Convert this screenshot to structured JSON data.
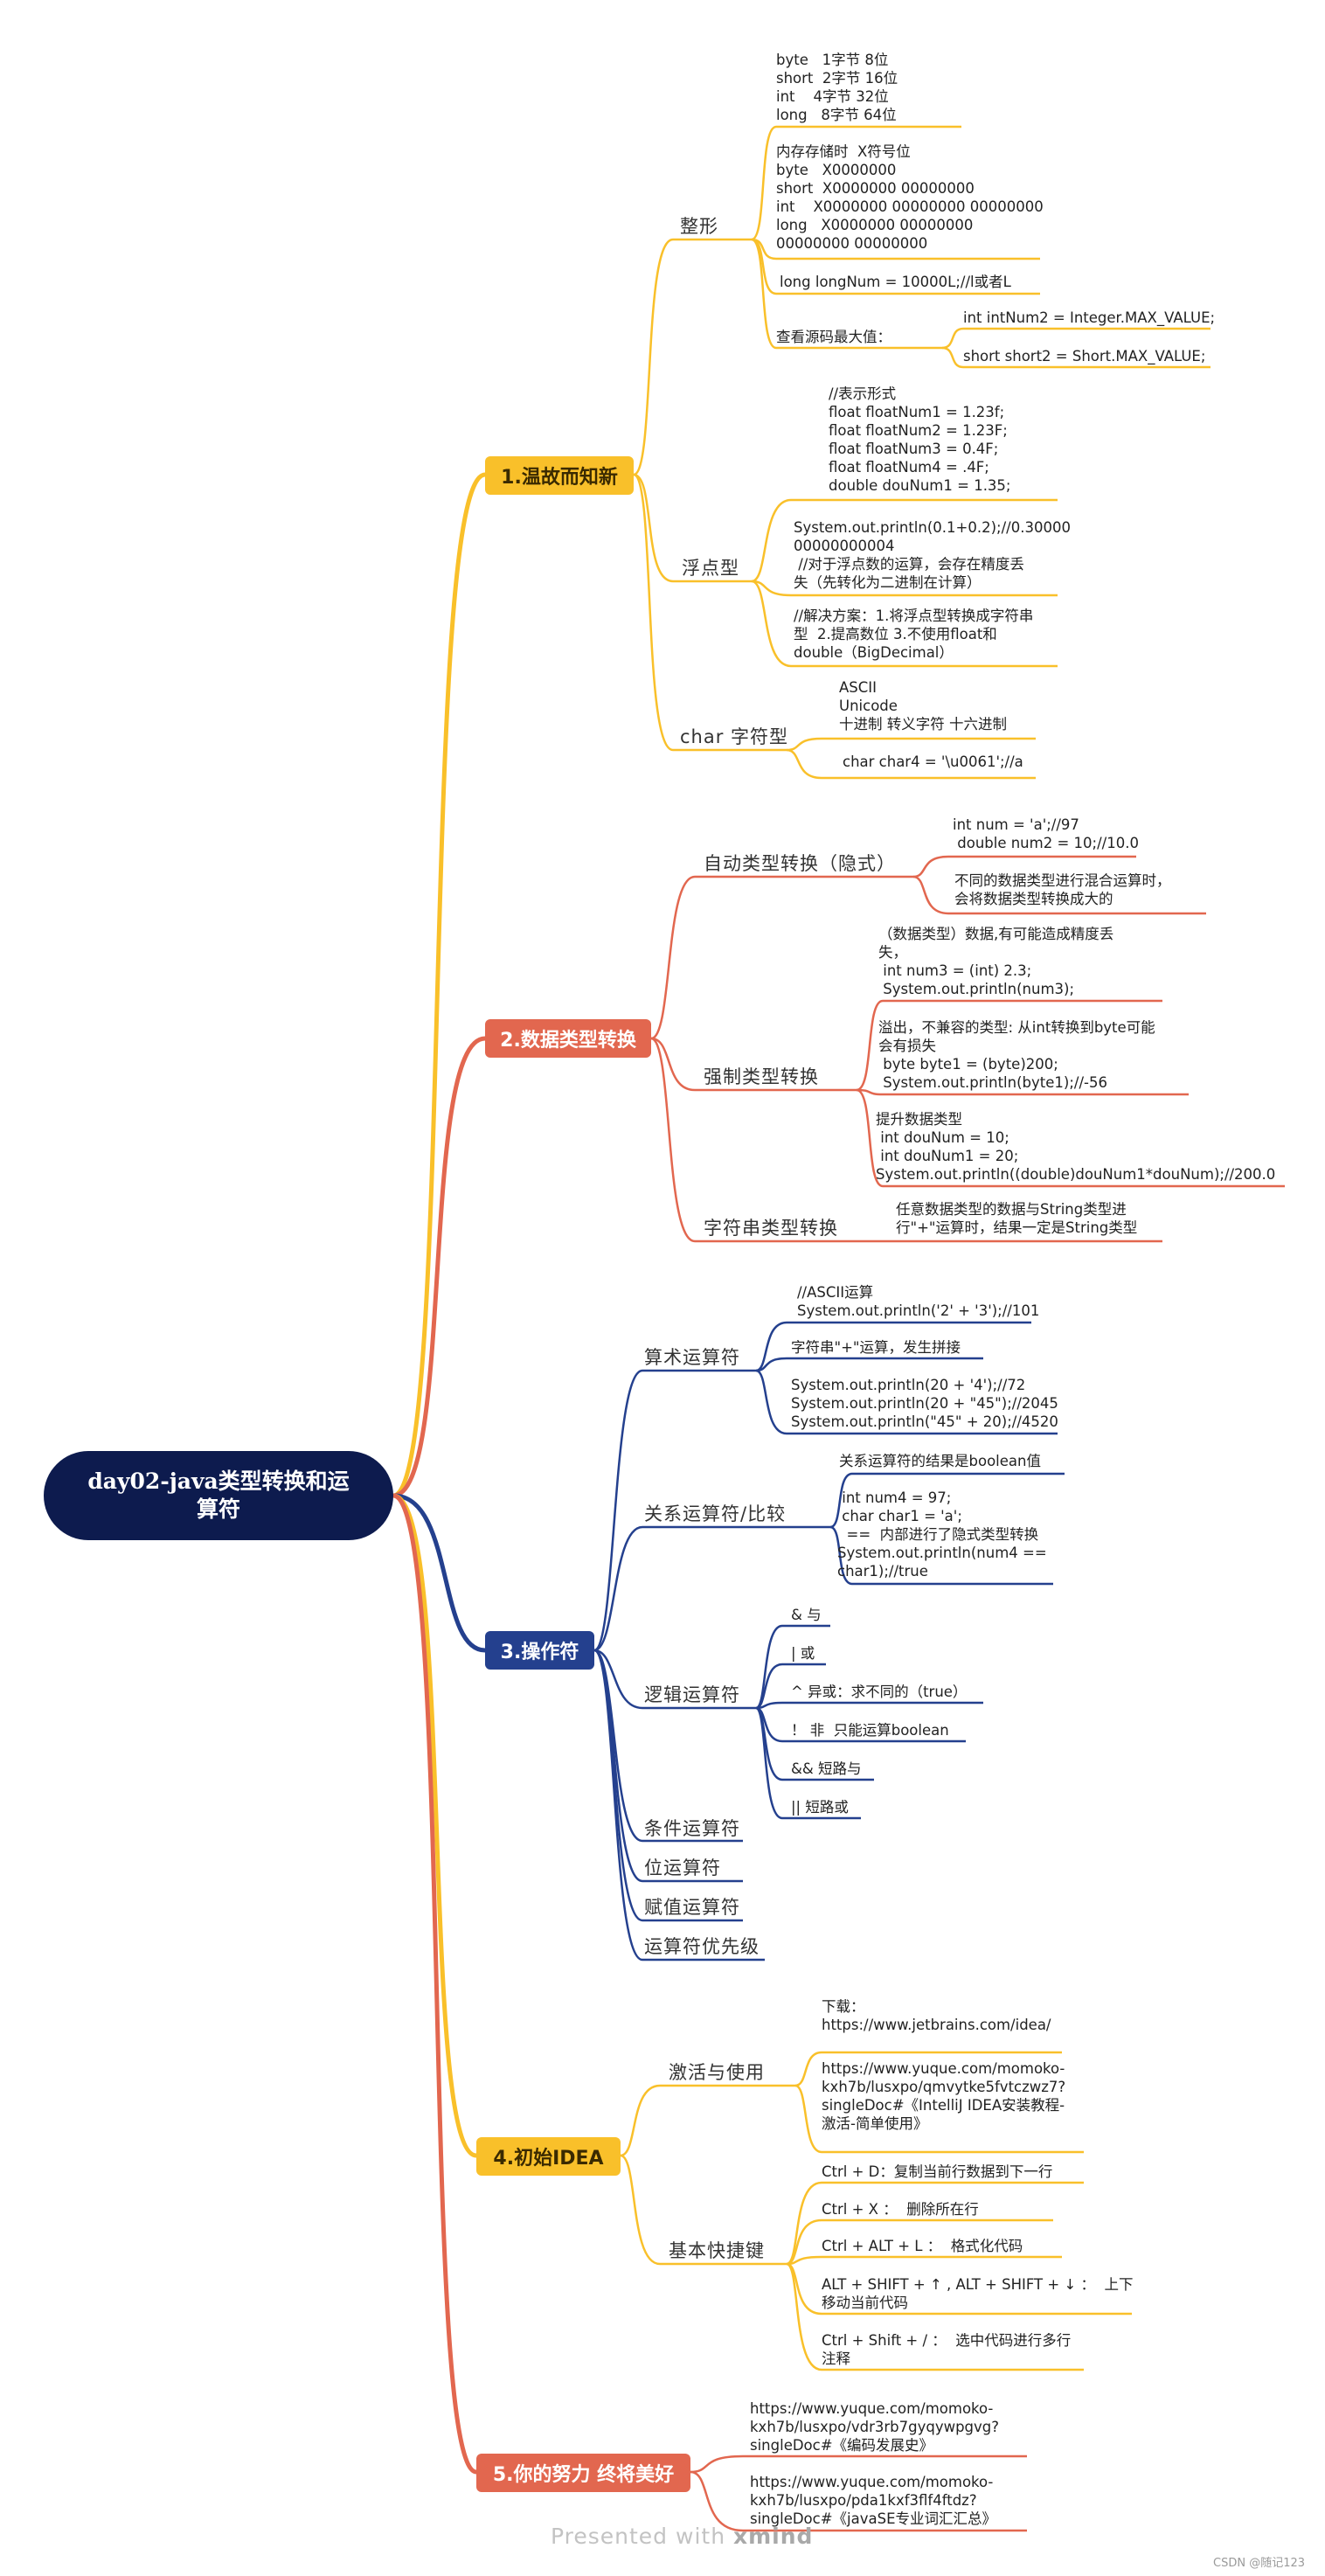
{
  "root": {
    "title": "day02-java类型转换和运算符"
  },
  "branches": {
    "b1": {
      "label": "1.温故而知新",
      "zhengxing": {
        "label": "整形",
        "l1": "byte   1字节 8位\nshort  2字节 16位\nint    4字节 32位\nlong   8字节 64位",
        "l2": "内存存储时  X符号位\nbyte   X0000000\nshort  X0000000 00000000\nint    X0000000 00000000 00000000\nlong   X0000000 00000000\n00000000 00000000",
        "l3": "long longNum = 10000L;//l或者L",
        "source": {
          "label": "查看源码最大值：",
          "a": "int intNum2 = Integer.MAX_VALUE;",
          "b": "short short2 = Short.MAX_VALUE;"
        }
      },
      "fudian": {
        "label": "浮点型",
        "l1": "//表示形式\nfloat floatNum1 = 1.23f;\nfloat floatNum2 = 1.23F;\nfloat floatNum3 = 0.4F;\nfloat floatNum4 = .4F;\ndouble douNum1 = 1.35;",
        "l2": "System.out.println(0.1+0.2);//0.30000\n00000000004\n //对于浮点数的运算，会存在精度丢\n失（先转化为二进制在计算）",
        "l3": "//解决方案：1.将浮点型转换成字符串\n型  2.提高数位 3.不使用float和\ndouble（BigDecimal）"
      },
      "char": {
        "label": "char 字符型",
        "l1": "ASCII\nUnicode\n十进制 转义字符 十六进制",
        "l2": "char char4 = '\\u0061';//a"
      }
    },
    "b2": {
      "label": "2.数据类型转换",
      "auto": {
        "label": "自动类型转换（隐式）",
        "l1": "int num = 'a';//97\n double num2 = 10;//10.0",
        "l2": "不同的数据类型进行混合运算时，\n会将数据类型转换成大的"
      },
      "force": {
        "label": "强制类型转换",
        "l1": "（数据类型）数据,有可能造成精度丢\n失，\n int num3 = (int) 2.3;\n System.out.println(num3);",
        "l2": "溢出，不兼容的类型: 从int转换到byte可能\n会有损失\n byte byte1 = (byte)200;\n System.out.println(byte1);//-56",
        "l3": "提升数据类型\n int douNum = 10;\n int douNum1 = 20;\nSystem.out.println((double)douNum1*douNum);//200.0"
      },
      "str": {
        "label": "字符串类型转换",
        "l1": "任意数据类型的数据与String类型进\n行\"+\"运算时，结果一定是String类型"
      }
    },
    "b3": {
      "label": "3.操作符",
      "arith": {
        "label": "算术运算符",
        "l1": "//ASCII运算\nSystem.out.println('2' + '3');//101",
        "l2": "字符串\"+\"运算，发生拼接",
        "l3": "System.out.println(20 + '4');//72\nSystem.out.println(20 + \"45\");//2045\nSystem.out.println(\"45\" + 20);//4520"
      },
      "rel": {
        "label": "关系运算符/比较",
        "l1": "关系运算符的结果是boolean值",
        "l2": " int num4 = 97;\n char char1 = 'a';\n  ==  内部进行了隐式类型转换\nSystem.out.println(num4 ==\nchar1);//true"
      },
      "logic": {
        "label": "逻辑运算符",
        "l1": "& 与",
        "l2": "| 或",
        "l3": "^ 异或：求不同的（true）",
        "l4": "！ 非  只能运算boolean",
        "l5": "&& 短路与",
        "l6": "|| 短路或"
      },
      "cond": "条件运算符",
      "bit": "位运算符",
      "assign": "赋值运算符",
      "prio": "运算符优先级"
    },
    "b4": {
      "label": "4.初始IDEA",
      "act": {
        "label": "激活与使用",
        "l1": "下载：\nhttps://www.jetbrains.com/idea/",
        "l2": "https://www.yuque.com/momoko-\nkxh7b/lusxpo/qmvytke5fvtczwz7?\nsingleDoc#《IntelliJ IDEA安装教程-\n激活-简单使用》"
      },
      "keys": {
        "label": "基本快捷键",
        "l1": "Ctrl + D：复制当前行数据到下一行",
        "l2": "Ctrl + X ：  删除所在行",
        "l3": "Ctrl + ALT + L ：  格式化代码",
        "l4": "ALT + SHIFT + ↑ , ALT + SHIFT + ↓ ：  上下\n移动当前代码",
        "l5": "Ctrl + Shift + / ：  选中代码进行多行\n注释"
      }
    },
    "b5": {
      "label": "5.你的努力 终将美好",
      "l1": "https://www.yuque.com/momoko-\nkxh7b/lusxpo/vdr3rb7gyqywpgvg?\nsingleDoc#《编码发展史》",
      "l2": "https://www.yuque.com/momoko-\nkxh7b/lusxpo/pda1kxf3flf4ftdz?\nsingleDoc#《javaSE专业词汇汇总》"
    }
  },
  "watermark": {
    "presented": "Presented with ",
    "brand": "xmind",
    "csdn": "CSDN @随记123"
  },
  "colors": {
    "yellow": "#f9c02a",
    "red": "#e2674f",
    "navy": "#24408e",
    "root": "#0d1b4e"
  }
}
